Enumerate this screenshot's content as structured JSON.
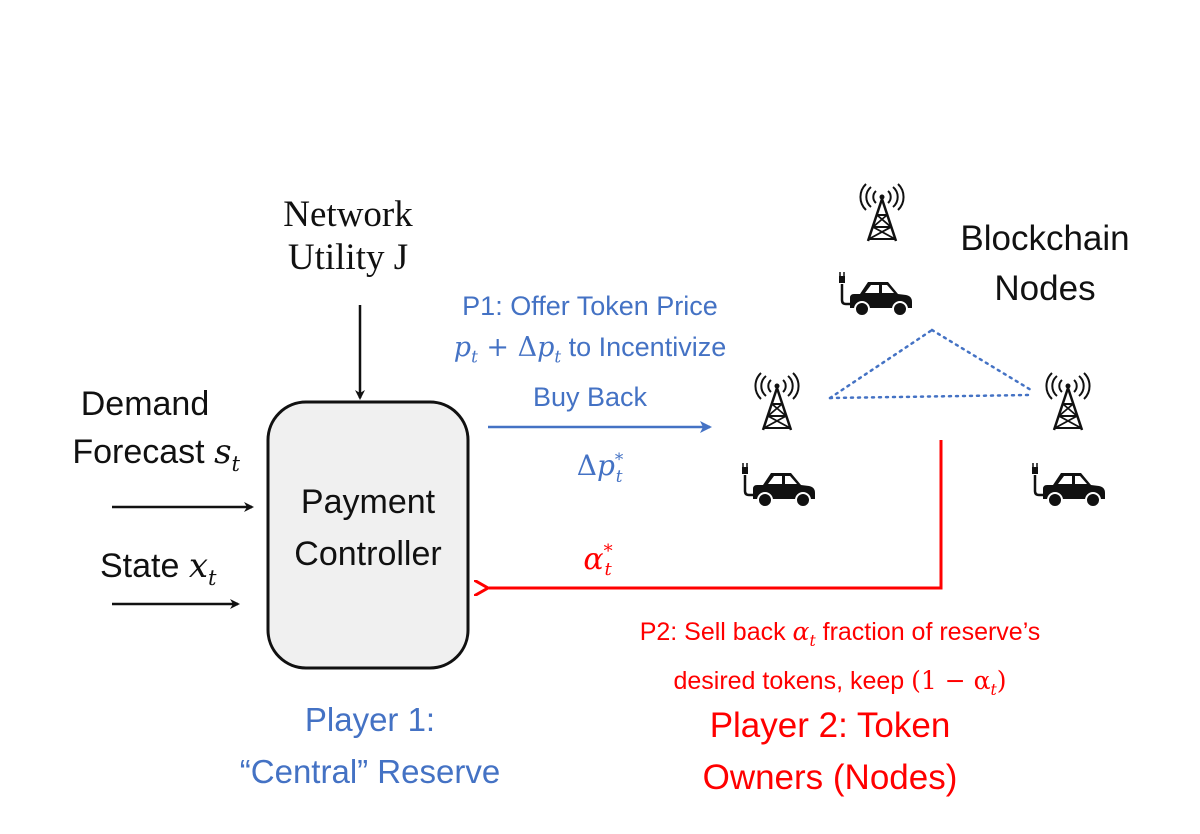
{
  "figure": {
    "network_utility": [
      "Network",
      "Utility J"
    ],
    "demand_forecast": {
      "line1": "Demand",
      "line2_prefix": "Forecast",
      "var": "s",
      "sub": "t"
    },
    "state": {
      "prefix": "State",
      "var": "x",
      "sub": "t"
    },
    "controller": [
      "Payment",
      "Controller"
    ],
    "p1_label": {
      "line1": "P1:  Offer Token Price",
      "line2_math_a": "p",
      "line2_sub_a": "t",
      "line2_op": " + Δ",
      "line2_math_b": "p",
      "line2_sub_b": "t",
      "line2_suffix": " to Incentivize",
      "line3": "Buy Back"
    },
    "delta_p_label": {
      "prefix": "Δ",
      "var": "p",
      "sub": "t",
      "sup": "*"
    },
    "alpha_label": {
      "var": "α",
      "sub": "t",
      "sup": "*"
    },
    "p2_label": {
      "line1_prefix": "P2: Sell back ",
      "line1_var": "α",
      "line1_sub": "t",
      "line1_suffix": " fraction of reserve’s",
      "line2_prefix": "desired tokens, keep ",
      "line2_math": "(1 − α",
      "line2_sub": "t",
      "line2_close": ")"
    },
    "blockchain_nodes": [
      "Blockchain",
      "Nodes"
    ],
    "player1": [
      "Player 1:",
      "“Central” Reserve"
    ],
    "player2": [
      "Player 2: Token",
      "Owners (Nodes)"
    ],
    "icons": [
      "cell-tower-icon",
      "ev-car-icon"
    ],
    "colors": {
      "black": "#111111",
      "blue": "#4472c4",
      "red": "#ff0000",
      "box_fill": "#f0f0f0"
    }
  }
}
